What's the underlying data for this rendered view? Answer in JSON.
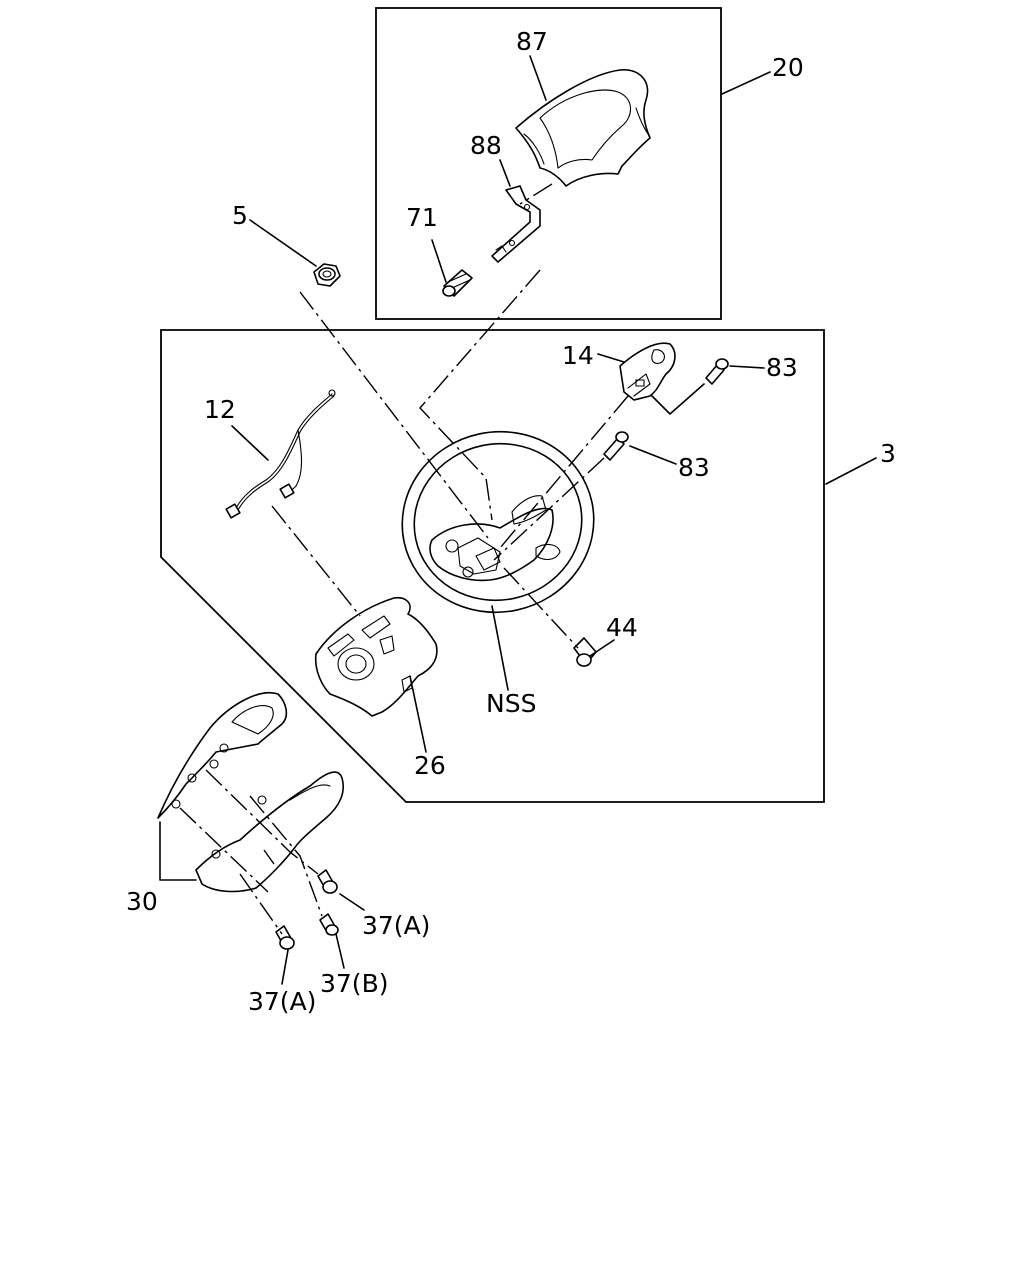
{
  "callouts": {
    "c87": "87",
    "c20": "20",
    "c88": "88",
    "c5": "5",
    "c71": "71",
    "c14": "14",
    "c83a": "83",
    "c12": "12",
    "c3": "3",
    "c83b": "83",
    "c44": "44",
    "nss": "NSS",
    "c26": "26",
    "c30": "30",
    "c37a_1": "37(A)",
    "c37b": "37(B)",
    "c37a_2": "37(A)"
  }
}
